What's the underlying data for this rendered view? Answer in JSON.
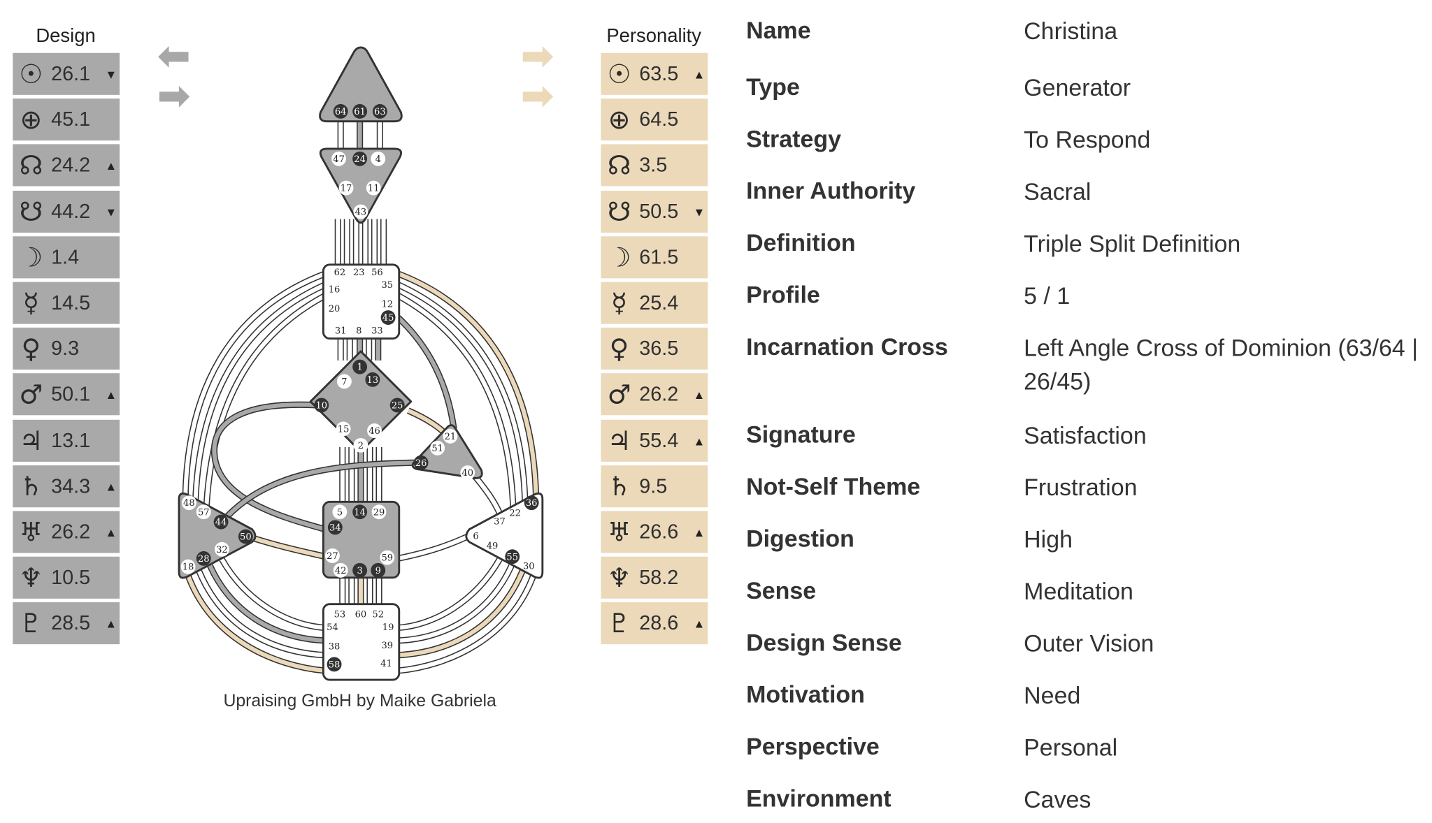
{
  "design": {
    "heading": "Design",
    "rows": [
      {
        "planet": "sun-icon",
        "value": "26.1",
        "dir": "down"
      },
      {
        "planet": "earth-icon",
        "value": "45.1",
        "dir": ""
      },
      {
        "planet": "north-node-icon",
        "value": "24.2",
        "dir": "up"
      },
      {
        "planet": "south-node-icon",
        "value": "44.2",
        "dir": "down"
      },
      {
        "planet": "moon-icon",
        "value": "1.4",
        "dir": ""
      },
      {
        "planet": "mercury-icon",
        "value": "14.5",
        "dir": ""
      },
      {
        "planet": "venus-icon",
        "value": "9.3",
        "dir": ""
      },
      {
        "planet": "mars-icon",
        "value": "50.1",
        "dir": "up"
      },
      {
        "planet": "jupiter-icon",
        "value": "13.1",
        "dir": ""
      },
      {
        "planet": "saturn-icon",
        "value": "34.3",
        "dir": "up"
      },
      {
        "planet": "uranus-icon",
        "value": "26.2",
        "dir": "up"
      },
      {
        "planet": "neptune-icon",
        "value": "10.5",
        "dir": ""
      },
      {
        "planet": "pluto-icon",
        "value": "28.5",
        "dir": "up"
      }
    ]
  },
  "personality": {
    "heading": "Personality",
    "rows": [
      {
        "planet": "sun-icon",
        "value": "63.5",
        "dir": "up"
      },
      {
        "planet": "earth-icon",
        "value": "64.5",
        "dir": ""
      },
      {
        "planet": "north-node-icon",
        "value": "3.5",
        "dir": ""
      },
      {
        "planet": "south-node-icon",
        "value": "50.5",
        "dir": "down"
      },
      {
        "planet": "moon-icon",
        "value": "61.5",
        "dir": ""
      },
      {
        "planet": "mercury-icon",
        "value": "25.4",
        "dir": ""
      },
      {
        "planet": "venus-icon",
        "value": "36.5",
        "dir": ""
      },
      {
        "planet": "mars-icon",
        "value": "26.2",
        "dir": "up"
      },
      {
        "planet": "jupiter-icon",
        "value": "55.4",
        "dir": "up"
      },
      {
        "planet": "saturn-icon",
        "value": "9.5",
        "dir": ""
      },
      {
        "planet": "uranus-icon",
        "value": "26.6",
        "dir": "up"
      },
      {
        "planet": "neptune-icon",
        "value": "58.2",
        "dir": ""
      },
      {
        "planet": "pluto-icon",
        "value": "28.6",
        "dir": "up"
      }
    ]
  },
  "arrows": {
    "design": [
      "left",
      "right"
    ],
    "personality": [
      "right",
      "right"
    ]
  },
  "colors": {
    "design": "#a9a9a9",
    "personality": "#ecd9ba",
    "defined": "#a9a9a9",
    "dark": "#333333"
  },
  "gates": {
    "head": [
      "64",
      "61",
      "63"
    ],
    "ajna": [
      "47",
      "24",
      "4",
      "17",
      "11",
      "43"
    ],
    "throat": [
      "62",
      "23",
      "56",
      "16",
      "35",
      "20",
      "12",
      "45",
      "31",
      "8",
      "33"
    ],
    "g": [
      "1",
      "7",
      "13",
      "10",
      "25",
      "15",
      "46",
      "2"
    ],
    "heart": [
      "21",
      "51",
      "26",
      "40"
    ],
    "sacral": [
      "5",
      "14",
      "29",
      "34",
      "27",
      "59",
      "42",
      "3",
      "9"
    ],
    "spleen": [
      "48",
      "57",
      "44",
      "50",
      "32",
      "28",
      "18"
    ],
    "solar": [
      "36",
      "22",
      "37",
      "6",
      "49",
      "55",
      "30"
    ],
    "root": [
      "53",
      "60",
      "52",
      "54",
      "19",
      "38",
      "39",
      "58",
      "41"
    ]
  },
  "caption": "Upraising GmbH by Maike Gabriela",
  "info": [
    {
      "label": "Name",
      "value": "Christina"
    },
    {
      "label": "Type",
      "value": "Generator"
    },
    {
      "label": "Strategy",
      "value": "To Respond"
    },
    {
      "label": "Inner Authority",
      "value": "Sacral"
    },
    {
      "label": "Definition",
      "value": "Triple Split Definition"
    },
    {
      "label": "Profile",
      "value": "5 / 1"
    },
    {
      "label": "Incarnation Cross",
      "value": "Left Angle Cross of Dominion (63/64 | 26/45)"
    },
    {
      "label": "Signature",
      "value": "Satisfaction"
    },
    {
      "label": "Not-Self Theme",
      "value": "Frustration"
    },
    {
      "label": "Digestion",
      "value": "High"
    },
    {
      "label": "Sense",
      "value": "Meditation"
    },
    {
      "label": "Design Sense",
      "value": "Outer Vision"
    },
    {
      "label": "Motivation",
      "value": "Need"
    },
    {
      "label": "Perspective",
      "value": "Personal"
    },
    {
      "label": "Environment",
      "value": "Caves"
    }
  ]
}
